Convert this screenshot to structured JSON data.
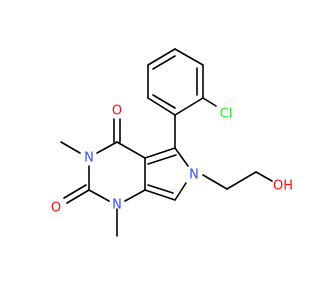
{
  "atoms": {
    "oxygen_top": "O",
    "oxygen_left": "O",
    "nitrogen_3": "N",
    "nitrogen_1": "N",
    "nitrogen_6": "N",
    "chlorine": "Cl",
    "hydroxyl": "OH"
  },
  "colors": {
    "bond": "#000000",
    "oxygen": "#ff0d0d",
    "nitrogen": "#3050f8",
    "chlorine": "#1ff01f"
  }
}
